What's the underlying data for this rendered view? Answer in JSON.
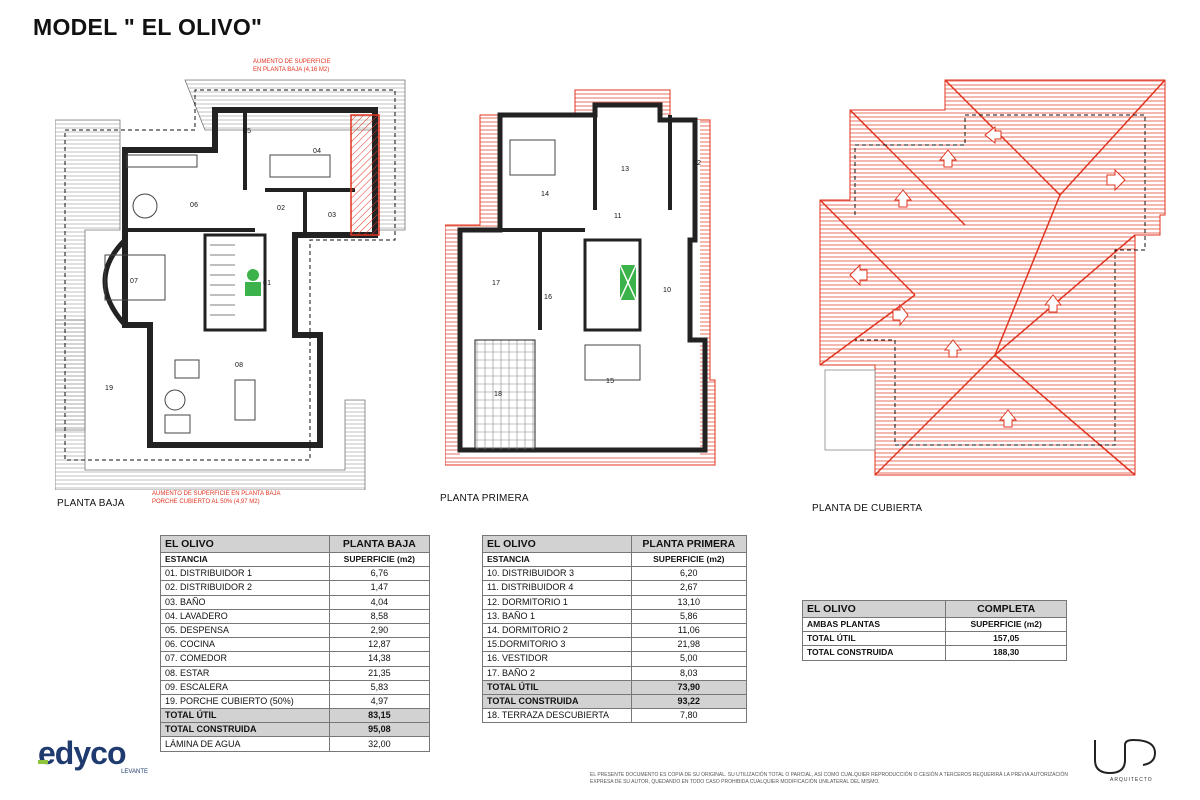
{
  "title": "MODEL \" EL OLIVO\"",
  "plans": {
    "baja": {
      "label": "PLANTA BAJA",
      "annot_top": "AUMENTO DE SUPERFICIE\nEN PLANTA BAJA (4,16 m2)",
      "annot_bottom": "AUMENTO DE SUPERFICIE EN PLANTA BAJA\nPORCHE CUBIERTO AL 50% (4,97 m2)",
      "rooms": [
        "05",
        "04",
        "06",
        "02",
        "03",
        "01",
        "07",
        "08",
        "19"
      ]
    },
    "primera": {
      "label": "PLANTA PRIMERA",
      "rooms": [
        "13",
        "12",
        "14",
        "11",
        "17",
        "16",
        "10",
        "15",
        "18"
      ]
    },
    "cubierta": {
      "label": "PLANTA DE CUBIERTA"
    }
  },
  "table_baja": {
    "h1": "EL OLIVO",
    "h2": "PLANTA BAJA",
    "sub1": "ESTANCIA",
    "sub2": "SUPERFICIE (m2)",
    "rows": [
      {
        "name": "01. DISTRIBUIDOR 1",
        "value": "6,76"
      },
      {
        "name": "02. DISTRIBUIDOR 2",
        "value": "1,47"
      },
      {
        "name": "03. BAÑO",
        "value": "4,04"
      },
      {
        "name": "04. LAVADERO",
        "value": "8,58"
      },
      {
        "name": "05. DESPENSA",
        "value": "2,90"
      },
      {
        "name": "06. COCINA",
        "value": "12,87"
      },
      {
        "name": "07. COMEDOR",
        "value": "14,38"
      },
      {
        "name": "08. ESTAR",
        "value": "21,35"
      },
      {
        "name": "09. ESCALERA",
        "value": "5,83"
      },
      {
        "name": "19. PORCHE CUBIERTO (50%)",
        "value": "4,97"
      }
    ],
    "total_util_label": "TOTAL ÚTIL",
    "total_util": "83,15",
    "total_constr_label": "TOTAL CONSTRUIDA",
    "total_constr": "95,08",
    "extra_label": "LÁMINA DE AGUA",
    "extra_value": "32,00"
  },
  "table_primera": {
    "h1": "EL OLIVO",
    "h2": "PLANTA PRIMERA",
    "sub1": "ESTANCIA",
    "sub2": "SUPERFICIE (m2)",
    "rows": [
      {
        "name": "10. DISTRIBUIDOR 3",
        "value": "6,20"
      },
      {
        "name": "11. DISTRIBUIDOR 4",
        "value": "2,67"
      },
      {
        "name": "12. DORMITORIO 1",
        "value": "13,10"
      },
      {
        "name": "13. BAÑO 1",
        "value": "5,86"
      },
      {
        "name": "14. DORMITORIO 2",
        "value": "11,06"
      },
      {
        "name": "15.DORMITORIO 3",
        "value": "21,98"
      },
      {
        "name": "16. VESTIDOR",
        "value": "5,00"
      },
      {
        "name": "17. BAÑO 2",
        "value": "8,03"
      }
    ],
    "total_util_label": "TOTAL ÚTIL",
    "total_util": "73,90",
    "total_constr_label": "TOTAL CONSTRUIDA",
    "total_constr": "93,22",
    "extra_label": "18. TERRAZA DESCUBIERTA",
    "extra_value": "7,80"
  },
  "table_completa": {
    "h1": "EL OLIVO",
    "h2": "COMPLETA",
    "sub1": "AMBAS PLANTAS",
    "sub2": "SUPERFICIE (m2)",
    "total_util_label": "TOTAL ÚTIL",
    "total_util": "157,05",
    "total_constr_label": "TOTAL CONSTRUIDA",
    "total_constr": "188,30"
  },
  "logos": {
    "edyco_main": "edyco",
    "edyco_sub": "LEVANTE",
    "architect_sub": "ARQUITECTO"
  },
  "footer": "EL PRESENTE DOCUMENTO ES COPIA DE SU ORIGINAL. SU UTILIZACIÓN TOTAL O PARCIAL, ASÍ COMO CUALQUIER REPRODUCCIÓN O CESIÓN A TERCEROS REQUERIRÁ LA PREVIA AUTORIZACIÓN EXPRESA DE SU AUTOR, QUEDANDO EN TODO CASO PROHIBIDA CUALQUIER MODIFICACIÓN UNILATERAL DEL MISMO.",
  "colors": {
    "accent": "#e0331f",
    "grey": "#d2d2d2",
    "green": "#3cb34a"
  }
}
